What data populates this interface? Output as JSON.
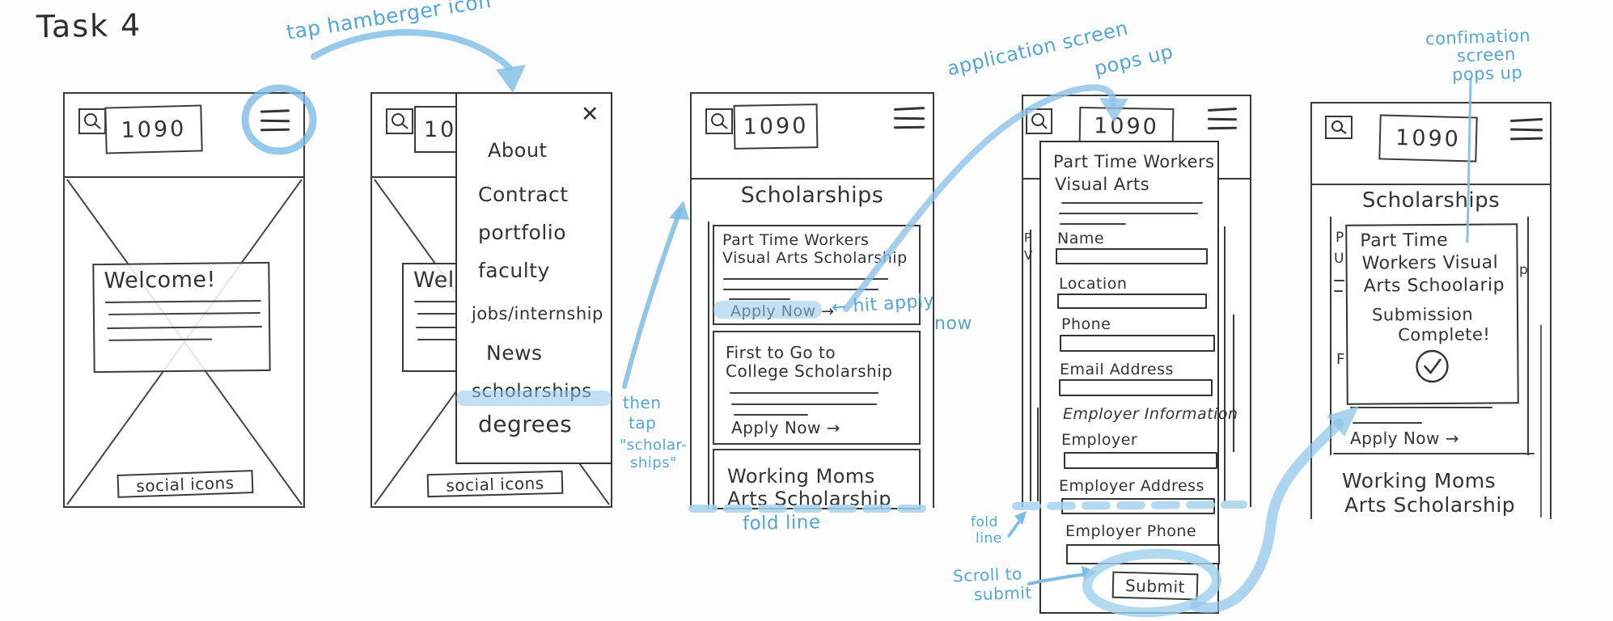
{
  "title": "Task 4",
  "logo": "1090",
  "colors": {
    "ink": "#3a3a3a",
    "blue": "#55a6d8",
    "marker": "#8fc6e9"
  },
  "annotations": {
    "tap_hamburger": "tap hamberger icon",
    "then_tap": [
      "then",
      "tap",
      "\"scholar-",
      "ships\""
    ],
    "hit_apply": [
      "← hit apply",
      "now"
    ],
    "app_screen": [
      "application screen",
      "pops up"
    ],
    "fold_line": "fold line",
    "fold_line_small": [
      "fold",
      "line"
    ],
    "scroll_to_submit": [
      "Scroll to",
      "submit"
    ],
    "confirmation": [
      "confimation",
      "screen",
      "pops up"
    ]
  },
  "home": {
    "welcome": "Welcome!",
    "social": "social icons"
  },
  "menu": {
    "close": "✕",
    "items": [
      "About",
      "Contract",
      "portfolio",
      "faculty",
      "jobs/internship",
      "News",
      "scholarships",
      "degrees"
    ]
  },
  "scholarships": {
    "heading": "Scholarships",
    "cards": [
      {
        "line1": "Part Time Workers",
        "line2": "Visual Arts Scholarship",
        "apply": "Apply Now →"
      },
      {
        "line1": "First to Go to",
        "line2": "College Scholarship",
        "apply": "Apply Now →"
      },
      {
        "line1": "Working Moms",
        "line2": "Arts Scholarship"
      }
    ]
  },
  "application": {
    "title1": "Part Time Workers",
    "title2": "Visual Arts",
    "fields": [
      "Name",
      "Location",
      "Phone",
      "Email Address"
    ],
    "section": "Employer Information",
    "employer_fields": [
      "Employer",
      "Employer Address",
      "Employer Phone"
    ],
    "submit": "Submit",
    "partials": {
      "p": "P",
      "v": "V"
    }
  },
  "confirmation_screen": {
    "heading": "Scholarships",
    "title": [
      "Part Time",
      "Workers Visual",
      "Arts Schoolarip"
    ],
    "status": [
      "Submission",
      "Complete!"
    ],
    "apply": "Apply Now →",
    "card": [
      "Working Moms",
      "Arts Scholarship"
    ],
    "partials": {
      "p": "P",
      "u": "U",
      "f": "F",
      "p2": "p"
    }
  }
}
